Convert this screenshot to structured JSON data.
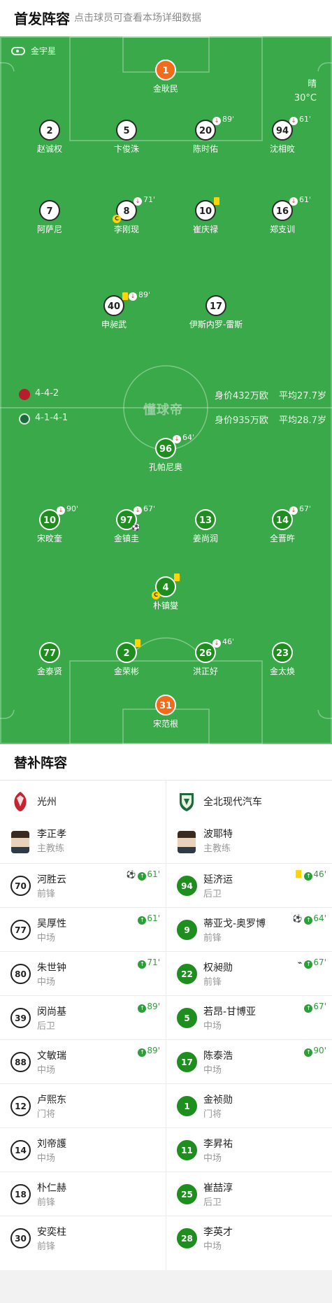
{
  "header": {
    "title": "首发阵容",
    "subtitle": "点击球员可查看本场详细数据"
  },
  "pitch": {
    "referee": "金宇星",
    "weather": {
      "condition": "晴",
      "temperature": "30°C"
    },
    "watermark": "懂球帝",
    "home_info": {
      "formation": "4-4-2",
      "value": "身价432万欧",
      "avg_age": "平均27.7岁"
    },
    "away_info": {
      "formation": "4-1-4-1",
      "value": "身价935万欧",
      "avg_age": "平均28.7岁"
    }
  },
  "home_players": [
    {
      "num": "1",
      "name": "金耿民",
      "style": "orange"
    },
    {
      "num": "2",
      "name": "赵诚权",
      "style": "white"
    },
    {
      "num": "5",
      "name": "卞俊洙",
      "style": "white"
    },
    {
      "num": "20",
      "name": "陈时佑",
      "style": "white",
      "sub_min": "89'"
    },
    {
      "num": "94",
      "name": "沈相旼",
      "style": "white",
      "sub_min": "61'"
    },
    {
      "num": "7",
      "name": "阿萨尼",
      "style": "white"
    },
    {
      "num": "8",
      "name": "李刚现",
      "style": "white",
      "sub_min": "71'",
      "captain": "C"
    },
    {
      "num": "10",
      "name": "崔庆禄",
      "style": "white",
      "yellow": true
    },
    {
      "num": "16",
      "name": "郑支训",
      "style": "white",
      "sub_min": "61'"
    },
    {
      "num": "40",
      "name": "申昶武",
      "style": "white",
      "sub_min": "89'",
      "yellow": true
    },
    {
      "num": "17",
      "name": "伊斯内罗-雷斯",
      "style": "white"
    }
  ],
  "away_players": [
    {
      "num": "96",
      "name": "孔帕尼奥",
      "style": "green",
      "sub_min": "64'"
    },
    {
      "num": "10",
      "name": "宋旼奎",
      "style": "green",
      "sub_min": "90'"
    },
    {
      "num": "97",
      "name": "金镇圭",
      "style": "green",
      "sub_min": "67'",
      "goal": true
    },
    {
      "num": "13",
      "name": "姜尚润",
      "style": "green"
    },
    {
      "num": "14",
      "name": "全晋旿",
      "style": "green",
      "sub_min": "67'"
    },
    {
      "num": "4",
      "name": "朴镇燮",
      "style": "green",
      "yellow": true,
      "captain": "C"
    },
    {
      "num": "77",
      "name": "金泰贤",
      "style": "green"
    },
    {
      "num": "2",
      "name": "金荣彬",
      "style": "green",
      "yellow": true
    },
    {
      "num": "26",
      "name": "洪正好",
      "style": "green",
      "sub_min": "46'"
    },
    {
      "num": "23",
      "name": "金太焕",
      "style": "green"
    },
    {
      "num": "31",
      "name": "宋范根",
      "style": "orange"
    }
  ],
  "subs_section": {
    "title": "替补阵容",
    "home": {
      "team_name": "光州",
      "coach": {
        "name": "李正孝",
        "role": "主教练"
      },
      "players": [
        {
          "num": "70",
          "name": "河胜云",
          "pos": "前锋",
          "goal": true,
          "min": "61'"
        },
        {
          "num": "77",
          "name": "吴厚性",
          "pos": "中场",
          "min": "61'"
        },
        {
          "num": "80",
          "name": "朱世钟",
          "pos": "中场",
          "min": "71'"
        },
        {
          "num": "39",
          "name": "闵尚基",
          "pos": "后卫",
          "min": "89'"
        },
        {
          "num": "88",
          "name": "文敏瑞",
          "pos": "中场",
          "min": "89'"
        },
        {
          "num": "12",
          "name": "卢熙东",
          "pos": "门将"
        },
        {
          "num": "14",
          "name": "刘帝護",
          "pos": "中场"
        },
        {
          "num": "18",
          "name": "朴仁赫",
          "pos": "前锋"
        },
        {
          "num": "30",
          "name": "安奕柱",
          "pos": "前锋"
        }
      ]
    },
    "away": {
      "team_name": "全北现代汽车",
      "coach": {
        "name": "波耶特",
        "role": "主教练"
      },
      "players": [
        {
          "num": "94",
          "name": "延济运",
          "pos": "后卫",
          "yellow": true,
          "min": "46'"
        },
        {
          "num": "9",
          "name": "蒂亚戈-奥罗博",
          "pos": "前锋",
          "goal": true,
          "min": "64'"
        },
        {
          "num": "22",
          "name": "权昶勋",
          "pos": "前锋",
          "assist": true,
          "min": "67'"
        },
        {
          "num": "5",
          "name": "若昂-甘博亚",
          "pos": "中场",
          "min": "67'"
        },
        {
          "num": "17",
          "name": "陈泰浩",
          "pos": "中场",
          "min": "90'"
        },
        {
          "num": "1",
          "name": "金祯勋",
          "pos": "门将"
        },
        {
          "num": "11",
          "name": "李昇祐",
          "pos": "中场"
        },
        {
          "num": "25",
          "name": "崔喆淳",
          "pos": "后卫"
        },
        {
          "num": "28",
          "name": "李英才",
          "pos": "中场"
        }
      ]
    }
  },
  "colors": {
    "pitch": "#3aa94a",
    "away_kit": "#1e8f1e",
    "gk_kit": "#f26b1a",
    "sub_in": "#2e9e3a",
    "sub_out": "#e53935",
    "yellow_card": "#ffd600"
  },
  "icons": {
    "referee": "whistle-icon",
    "sub_out": "sub-off-icon",
    "sub_in": "sub-on-icon",
    "goal": "football-icon",
    "assist": "boot-icon",
    "captain": "captain-badge"
  }
}
